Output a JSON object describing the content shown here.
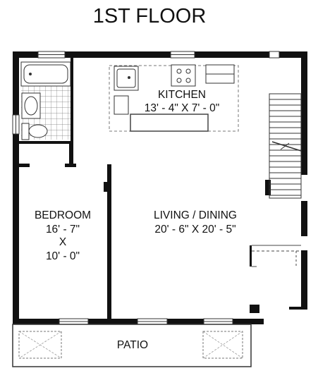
{
  "title": "1ST FLOOR",
  "rooms": {
    "kitchen": {
      "name": "KITCHEN",
      "dims": "13' - 4\" X 7' - 0\""
    },
    "bedroom": {
      "name": "BEDROOM",
      "dim1": "16' - 7\"",
      "x": "X",
      "dim2": "10' - 0\""
    },
    "living": {
      "name": "LIVING / DINING",
      "dims": "20' - 6\" X 20' - 5\""
    },
    "patio": {
      "name": "PATIO"
    }
  },
  "colors": {
    "wall": "#111111",
    "fixture": "#555555",
    "background": "#ffffff"
  }
}
